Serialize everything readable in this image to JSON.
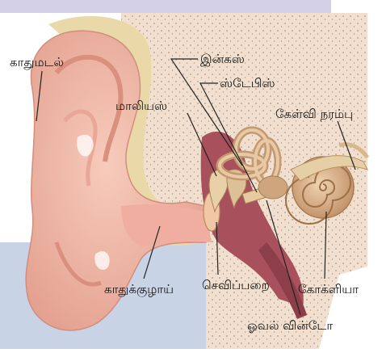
{
  "diagram": {
    "labels": {
      "pinna": "காதுமடல்",
      "incus": "இன்கஸ்",
      "stapes": "ஸ்டேபிஸ்",
      "malleus": "மாலியஸ்",
      "auditory_nerve": "கேள்வி நரம்பு",
      "ear_canal": "காதுக்குழாய்",
      "eardrum": "செவிப்பறை",
      "cochlea": "கோக்ளியா",
      "oval_window": "ஓவல் வின்டோ"
    },
    "colors": {
      "skin": "#f2b7a6",
      "skin_dark": "#d98d7e",
      "bone": "#f1e6d0",
      "cartilage": "#ead9a8",
      "background_blue": "#c9d3e6",
      "cavity": "#a8505c",
      "cochlea": "#cfa57e",
      "leader_line": "#222222"
    }
  }
}
